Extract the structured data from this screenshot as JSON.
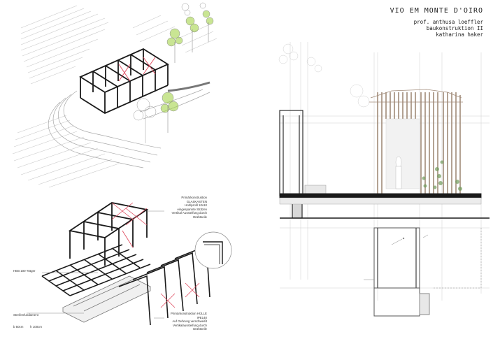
{
  "title": {
    "main": "VIO EM MONTE D'OIRO",
    "line1": "prof. anthusa loeffler",
    "line2": "baukonstruktion II",
    "line3": "katharina haker"
  },
  "labels": {
    "primary_glass": [
      "Primärkonstruktion GLASKASTEN",
      "Hohlprofil 10x10",
      "eingespannte Stützen",
      "Vertikal Aussteifung durch Drahtseile"
    ],
    "heb": [
      "HEB 100 Träger"
    ],
    "foundation": [
      "Streifenfundament",
      "b 50cm        h 100cm"
    ],
    "primary_shell": [
      "Primärkonstruktion HÜLLE",
      "IPE140",
      "Auf Gehrung verschweißt",
      "Vertikalaussteifung durch Drahtseile"
    ]
  },
  "colors": {
    "steel": "#1a1a1a",
    "bracing": "#e0485c",
    "tree_green": "#9ccf3a",
    "line_gray": "#bdbdbd",
    "dim_gray": "#888888"
  }
}
